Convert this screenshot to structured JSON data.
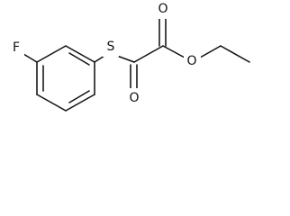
{
  "labels": {
    "fluorine": "F",
    "sulfur": "S",
    "ester_carbonyl_oxygen": "O",
    "thioester_carbonyl_oxygen": "O",
    "ester_oxygen": "O"
  }
}
